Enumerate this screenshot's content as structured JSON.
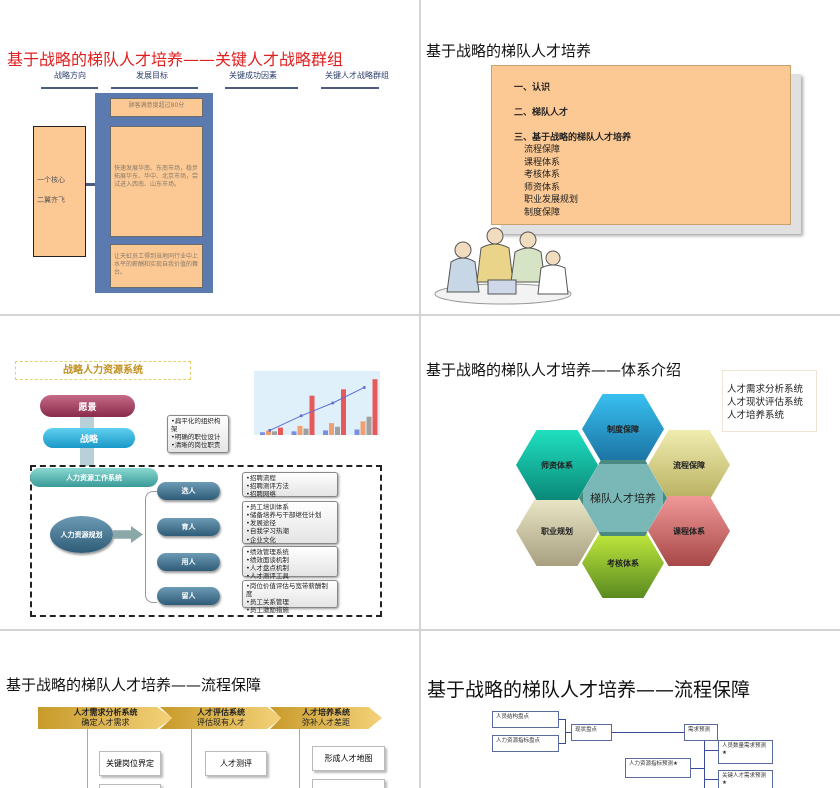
{
  "slides": [
    {
      "title": "基于战略的梯队人才培养——关键人才战略群组",
      "headers": [
        "战略方向",
        "发展目标",
        "关键成功因素",
        "关键人才战略群组"
      ],
      "left_box": [
        "一个核心",
        "二翼齐飞"
      ],
      "goals": [
        "顾客满意度超过80分",
        "快速发展华南、东南市场，稳步拓展华东、华中、北京市场，尝试进入西南、山东市场。",
        "让天虹员工得到当地同行业中上水平的薪酬和实现自我价值的舞台。"
      ],
      "colors": {
        "title": "#e02020",
        "panel": "#5b7bb0",
        "box": "#fcc994"
      }
    },
    {
      "title": "基于战略的梯队人才培养",
      "items": [
        "一、认识",
        "二、梯队人才",
        "三、基于战略的梯队人才培养"
      ],
      "subitems": [
        "流程保障",
        "课程体系",
        "考核体系",
        "师资体系",
        "职业发展规划",
        "制度保障"
      ]
    },
    {
      "title": "战略人力资源系统",
      "vision": "愿景",
      "strategy": "战略",
      "org_bullets": [
        "•扁平化的组织构架",
        "•明确的职位设计",
        "•清晰的岗位职责"
      ],
      "hr_system": "人力资源工作系统",
      "hr_planning": "人力资源规划",
      "functions": [
        {
          "label": "选人",
          "bullets": [
            "•招聘流程",
            "•招聘测评方法",
            "•招聘网络"
          ]
        },
        {
          "label": "育人",
          "bullets": [
            "•员工培训体系",
            "•储备培养与干部继任计划",
            "•发展途径",
            "•自我学习热潮",
            "•企业文化"
          ]
        },
        {
          "label": "用人",
          "bullets": [
            "•绩效管理系统",
            "•绩效面谈机制",
            "•人才盘点机制",
            "•人才测评工具"
          ]
        },
        {
          "label": "留人",
          "bullets": [
            "•岗位价值评估与宽带薪酬制度",
            "•员工关系管理",
            "•员工激励措施"
          ]
        }
      ],
      "chart": {
        "type": "bar",
        "ylim": [
          0,
          700
        ],
        "series": [
          {
            "color": "#7b8fe0",
            "values": [
              30,
              40,
              50,
              60
            ]
          },
          {
            "color": "#f0a070",
            "values": [
              50,
              100,
              130,
              150
            ]
          },
          {
            "color": "#a0a0a0",
            "values": [
              40,
              70,
              90,
              200
            ]
          },
          {
            "color": "#e85a5a",
            "values": [
              80,
              430,
              500,
              610
            ]
          }
        ],
        "line": {
          "color": "#6070d0",
          "values": [
            50,
            210,
            350,
            520
          ]
        }
      }
    },
    {
      "title": "基于战略的梯队人才培养——体系介绍",
      "side_box": [
        "人才需求分析系统",
        "人才现状评估系统",
        "人才培养系统"
      ],
      "center": "梯队人才培养",
      "hexes": [
        "制度保障",
        "流程保障",
        "课程体系",
        "考核体系",
        "职业规划",
        "师资体系"
      ]
    },
    {
      "title": "基于战略的梯队人才培养——流程保障",
      "stages": [
        {
          "name": "人才需求分析系统",
          "sub": "确定人才需求"
        },
        {
          "name": "人才评估系统",
          "sub": "评估现有人才"
        },
        {
          "name": "人才培养系统",
          "sub": "弥补人才差距"
        }
      ],
      "boxes": [
        "关键岗位界定",
        "人才测评",
        "形成人才地图"
      ]
    },
    {
      "title": "基于战略的梯队人才培养——流程保障",
      "boxes": [
        "人员结构盘点",
        "人力资源指标盘点",
        "现状盘点",
        "需求预测",
        "人员数量需求预测★",
        "人力资源指标预测★",
        "关键人才需求预测★"
      ]
    }
  ]
}
